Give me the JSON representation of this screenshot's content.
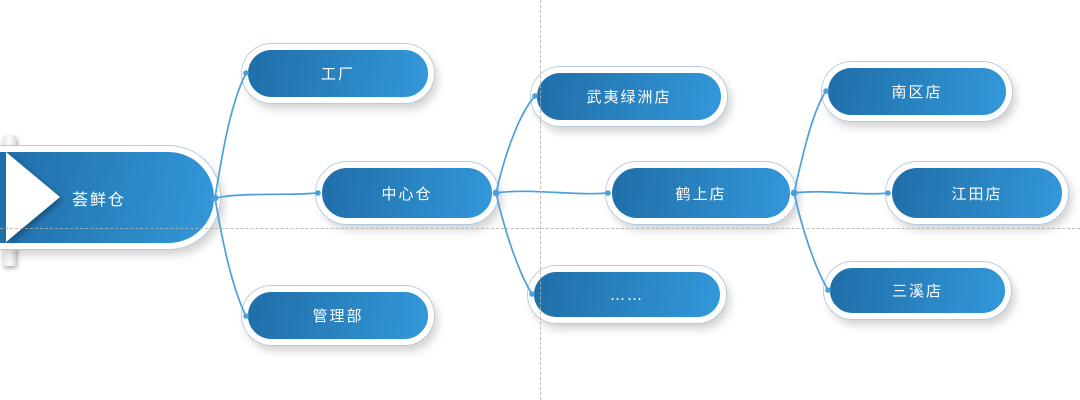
{
  "diagram_title": "distribution-network-diagram",
  "nodes": {
    "root": {
      "label": "荟鲜仓"
    },
    "factory": {
      "label": "工厂"
    },
    "central": {
      "label": "中心仓"
    },
    "admin": {
      "label": "管理部"
    },
    "wuyi": {
      "label": "武夷绿洲店"
    },
    "heshang": {
      "label": "鹤上店"
    },
    "ellipsis": {
      "label": "……"
    },
    "nanqu": {
      "label": "南区店"
    },
    "jiangtian": {
      "label": "江田店"
    },
    "sanxi": {
      "label": "三溪店"
    }
  },
  "edges": [
    {
      "from": "荟鲜仓",
      "to": "工厂"
    },
    {
      "from": "荟鲜仓",
      "to": "中心仓"
    },
    {
      "from": "荟鲜仓",
      "to": "管理部"
    },
    {
      "from": "中心仓",
      "to": "武夷绿洲店"
    },
    {
      "from": "中心仓",
      "to": "鹤上店"
    },
    {
      "from": "中心仓",
      "to": "……"
    },
    {
      "from": "鹤上店",
      "to": "南区店"
    },
    {
      "from": "鹤上店",
      "to": "江田店"
    },
    {
      "from": "鹤上店",
      "to": "三溪店"
    }
  ],
  "colors": {
    "pill_dark": "#1f6ea8",
    "pill_light": "#3398da",
    "connector": "#4ba0dc",
    "guide": "#b0b0b0",
    "outline": "#b7cbdb",
    "label": "#ffffff"
  }
}
